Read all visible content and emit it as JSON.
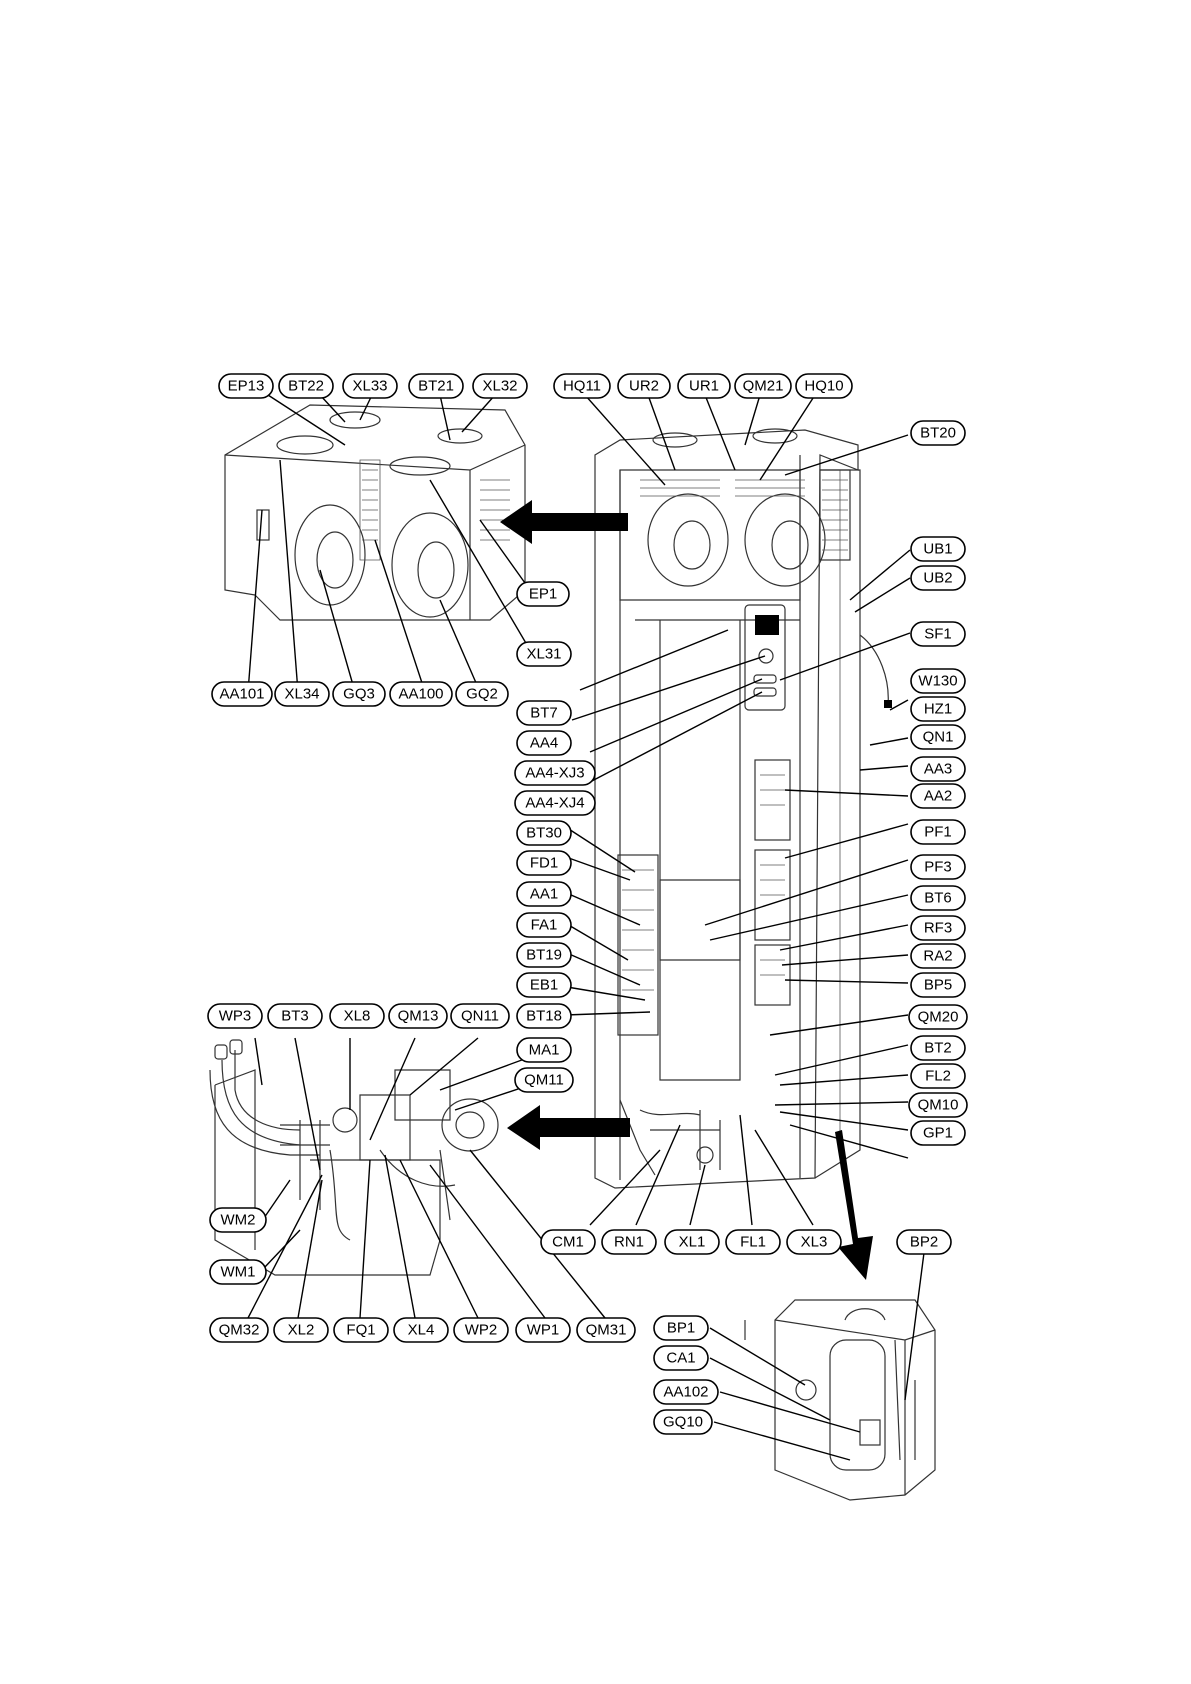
{
  "labels": {
    "EP13": "EP13",
    "BT22": "BT22",
    "XL33": "XL33",
    "BT21": "BT21",
    "XL32": "XL32",
    "HQ11": "HQ11",
    "UR2": "UR2",
    "UR1": "UR1",
    "QM21": "QM21",
    "HQ10": "HQ10",
    "BT20": "BT20",
    "UB1": "UB1",
    "UB2": "UB2",
    "SF1": "SF1",
    "W130": "W130",
    "HZ1": "HZ1",
    "QN1": "QN1",
    "AA3": "AA3",
    "AA2": "AA2",
    "PF1": "PF1",
    "PF3": "PF3",
    "BT6": "BT6",
    "RF3": "RF3",
    "RA2": "RA2",
    "BP5": "BP5",
    "QM20": "QM20",
    "BT2": "BT2",
    "FL2": "FL2",
    "QM10": "QM10",
    "GP1": "GP1",
    "EP1": "EP1",
    "XL31": "XL31",
    "BT7": "BT7",
    "AA4": "AA4",
    "AA4-XJ3": "AA4-XJ3",
    "AA4-XJ4": "AA4-XJ4",
    "AA101": "AA101",
    "XL34": "XL34",
    "GQ3": "GQ3",
    "AA100": "AA100",
    "GQ2": "GQ2",
    "BT30": "BT30",
    "FD1": "FD1",
    "AA1": "AA1",
    "FA1": "FA1",
    "BT19": "BT19",
    "EB1": "EB1",
    "BT18": "BT18",
    "MA1": "MA1",
    "QM11": "QM11",
    "WP3": "WP3",
    "BT3": "BT3",
    "XL8": "XL8",
    "QM13": "QM13",
    "QN11": "QN11",
    "WM2": "WM2",
    "WM1": "WM1",
    "QM32": "QM32",
    "XL2": "XL2",
    "FQ1": "FQ1",
    "XL4": "XL4",
    "WP2": "WP2",
    "WP1": "WP1",
    "QM31": "QM31",
    "CM1": "CM1",
    "RN1": "RN1",
    "XL1": "XL1",
    "FL1": "FL1",
    "XL3": "XL3",
    "BP2": "BP2",
    "BP1": "BP1",
    "CA1": "CA1",
    "AA102": "AA102",
    "GQ10": "GQ10"
  }
}
